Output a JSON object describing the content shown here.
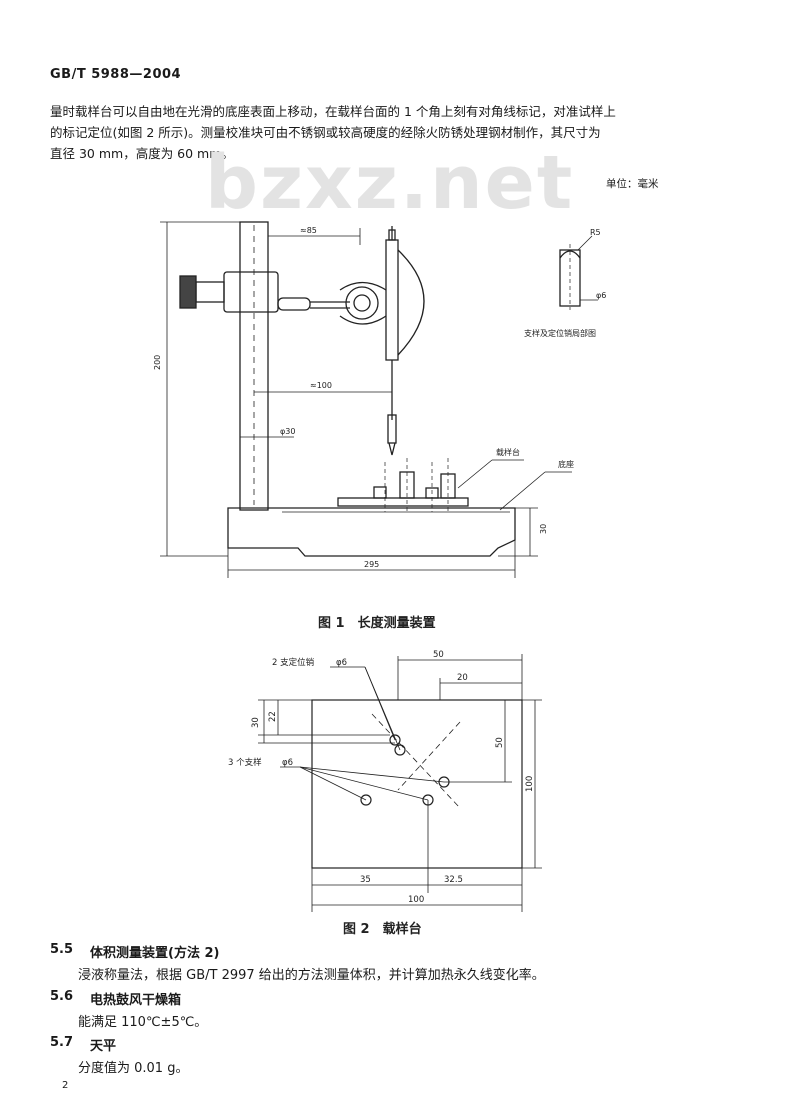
{
  "header": {
    "std_code": "GB/T 5988—2004"
  },
  "watermark": "bzxz.net",
  "intro": {
    "lines": [
      "量时载样台可以自由地在光滑的底座表面上移动，在载样台面的 1 个角上刻有对角线标记，对准试样上",
      "的标记定位(如图 2 所示)。测量校准块可由不锈钢或较高硬度的经除火防锈处理钢材制作，其尺寸为",
      "直径 30 mm，高度为 60 mm。"
    ]
  },
  "unit_note": "单位：毫米",
  "figure1": {
    "caption": "图 1　长度测量装置",
    "dims": {
      "d85": "≈85",
      "d100": "≈100",
      "d200": "200",
      "dphi30": "φ30",
      "d295": "295",
      "d30": "30"
    },
    "labels": {
      "stage": "载样台",
      "base": "底座",
      "pin_title": "支样及定位销局部图",
      "pin_r": "R5",
      "pin_phi": "φ6"
    }
  },
  "figure2": {
    "caption": "图 2　载样台",
    "labels": {
      "pins": "2 支定位销",
      "pins_phi": "φ6",
      "supports": "3 个支样",
      "supports_phi": "φ6"
    },
    "dims": {
      "d50": "50",
      "d20": "20",
      "d22": "22",
      "d30": "30",
      "d50v": "50",
      "d100v": "100",
      "d35": "35",
      "d32_5": "32.5",
      "d100h": "100"
    }
  },
  "sections": [
    {
      "num": "5.5",
      "title": "体积测量装置(方法 2)",
      "body": "浸液称量法，根据 GB/T 2997 给出的方法测量体积，并计算加热永久线变化率。"
    },
    {
      "num": "5.6",
      "title": "电热鼓风干燥箱",
      "body": "能满足 110℃±5℃。"
    },
    {
      "num": "5.7",
      "title": "天平",
      "body": "分度值为 0.01 g。"
    }
  ],
  "page_number": "2"
}
